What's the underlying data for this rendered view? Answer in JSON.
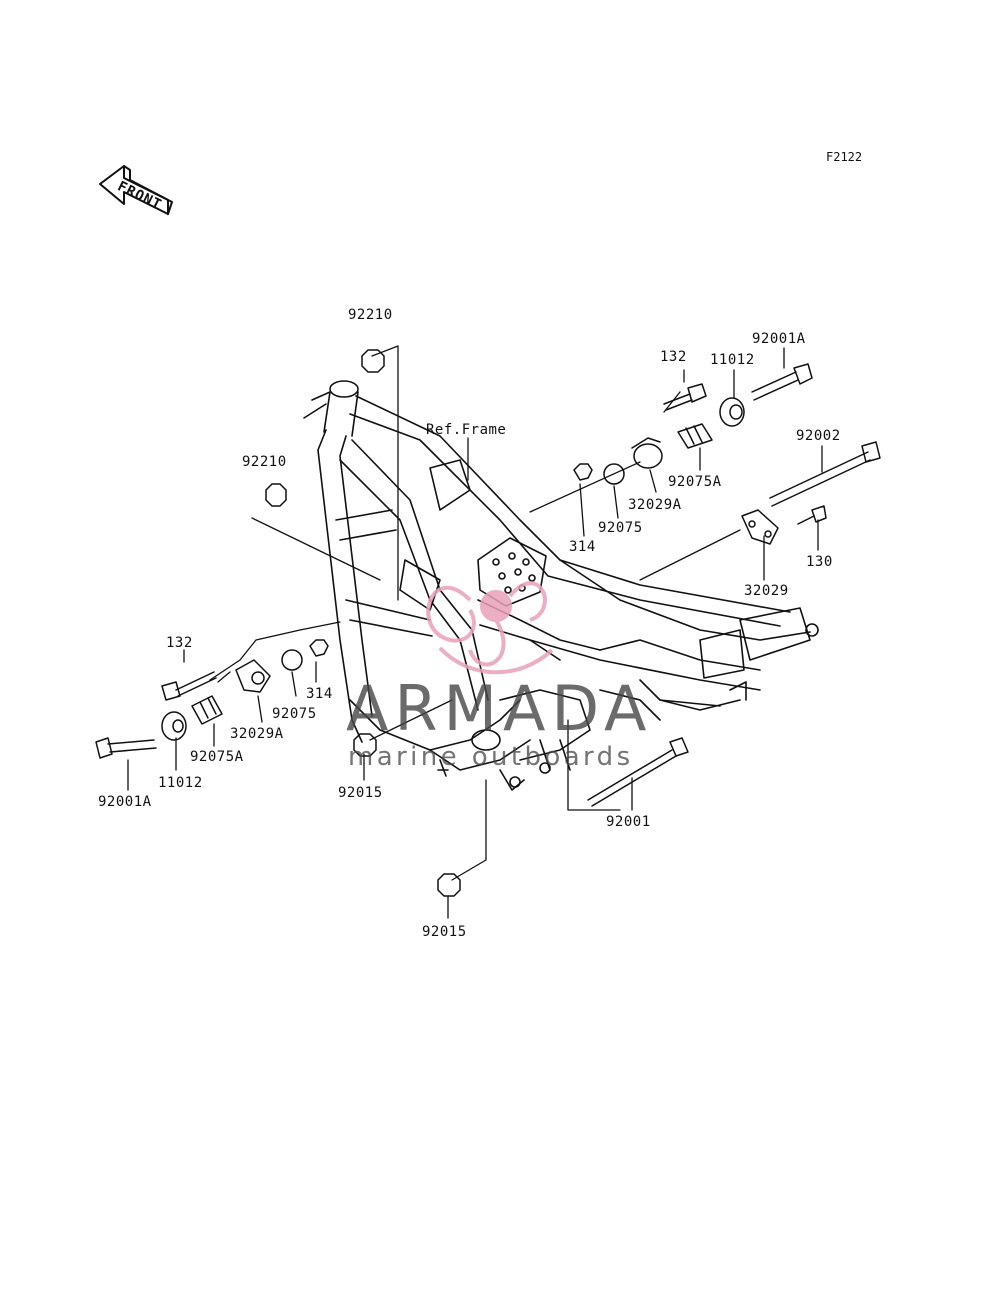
{
  "diagram_code": "F2122",
  "front_arrow": {
    "label": "FRONT"
  },
  "reference_label": "Ref.Frame",
  "watermark": {
    "title": "ARMADA",
    "subtitle": "marine outboards",
    "accent": "#e8a0b8"
  },
  "parts": {
    "p92210_top": "92210",
    "p92210_left": "92210",
    "p132_right": "132",
    "p11012_right": "11012",
    "p92001A_right": "92001A",
    "p92002": "92002",
    "p92075A_right": "92075A",
    "p32029A_right": "32029A",
    "p92075_right": "92075",
    "p314_right": "314",
    "p130": "130",
    "p32029": "32029",
    "p132_left": "132",
    "p314_left": "314",
    "p92075_left": "92075",
    "p32029A_left": "32029A",
    "p92075A_left": "92075A",
    "p11012_left": "11012",
    "p92001A_left": "92001A",
    "p92015_mid": "92015",
    "p92001": "92001",
    "p92015_bottom": "92015"
  }
}
